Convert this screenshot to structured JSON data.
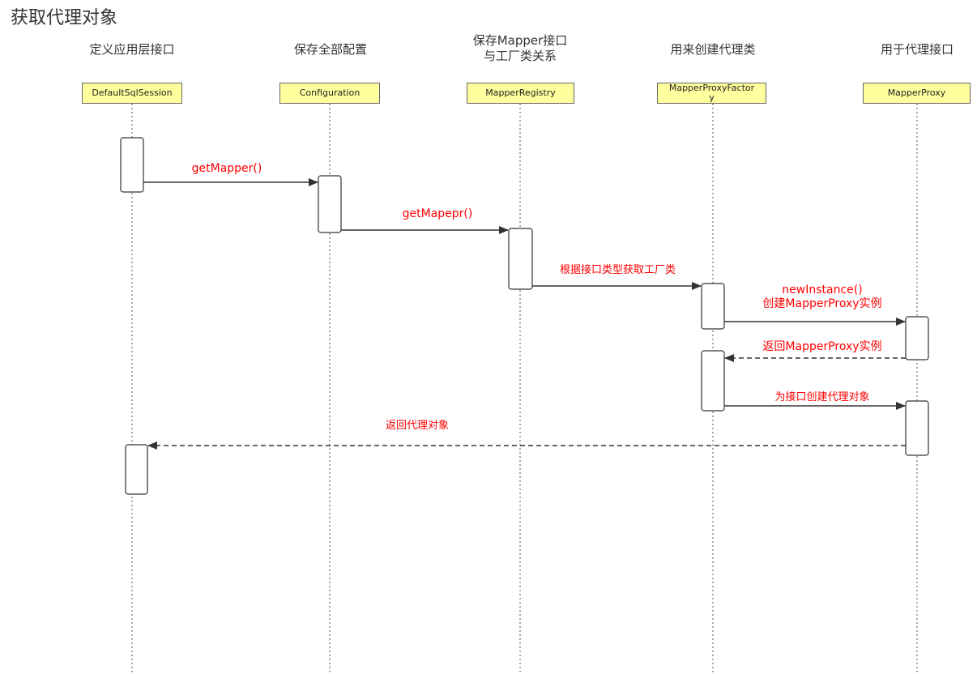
{
  "title": "获取代理对象",
  "colors": {
    "participant_fill": "#ffff9e",
    "message_text": "#ff0000",
    "line": "#333333"
  },
  "participants": [
    {
      "name": "DefaultSqlSession",
      "description": "定义应用层接口"
    },
    {
      "name": "Configuration",
      "description": "保存全部配置"
    },
    {
      "name": "MapperRegistry",
      "description_line1": "保存Mapper接口",
      "description_line2": "与工厂类关系"
    },
    {
      "name_line1": "MapperProxyFactor",
      "name_line2": "y",
      "description": "用来创建代理类"
    },
    {
      "name": "MapperProxy",
      "description": "用于代理接口"
    }
  ],
  "messages": [
    {
      "label": "getMapper()",
      "style": "solid"
    },
    {
      "label": "getMapepr()",
      "style": "solid"
    },
    {
      "label": "根据接口类型获取工厂类",
      "style": "solid"
    },
    {
      "label_line1": "newInstance()",
      "label_line2": "创建MapperProxy实例",
      "style": "solid"
    },
    {
      "label": "返回MapperProxy实例",
      "style": "dashed"
    },
    {
      "label": "为接口创建代理对象",
      "style": "solid"
    },
    {
      "label": "返回代理对象",
      "style": "dashed"
    }
  ]
}
